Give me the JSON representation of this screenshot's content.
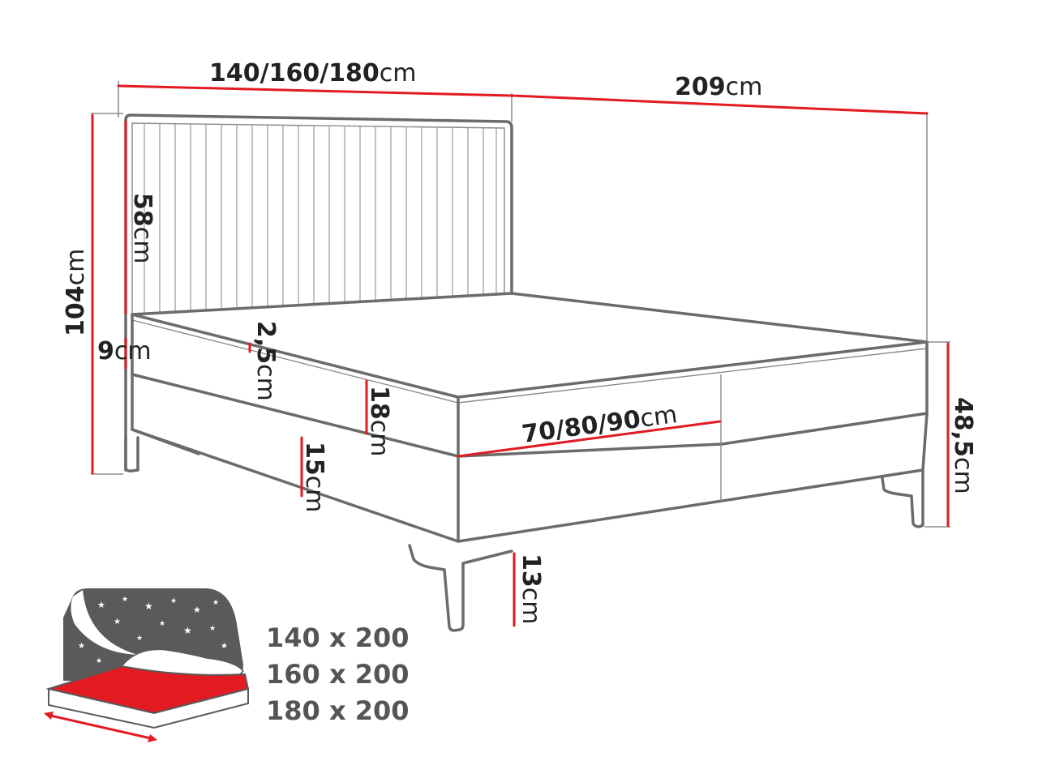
{
  "dimensions": {
    "width": {
      "value": "140/160/180",
      "unit": "cm"
    },
    "length": {
      "value": "209",
      "unit": "cm"
    },
    "total_height": {
      "value": "104",
      "unit": "cm"
    },
    "headboard_height": {
      "value": "58",
      "unit": "cm"
    },
    "side_gap": {
      "value": "9",
      "unit": "cm"
    },
    "topper": {
      "value": "2,5",
      "unit": "cm"
    },
    "mattress": {
      "value": "18",
      "unit": "cm"
    },
    "base": {
      "value": "15",
      "unit": "cm"
    },
    "leg": {
      "value": "13",
      "unit": "cm"
    },
    "bed_height": {
      "value": "48,5",
      "unit": "cm"
    },
    "half_width": {
      "value": "70/80/90",
      "unit": "cm"
    }
  },
  "sizes": [
    "140 x 200",
    "160 x 200",
    "180 x 200"
  ],
  "colors": {
    "outline": "#6b6b6b",
    "dimension_line": "#e21b23",
    "mattress_icon_bg": "#5a5a5a",
    "mattress_top": "#e21b23"
  }
}
